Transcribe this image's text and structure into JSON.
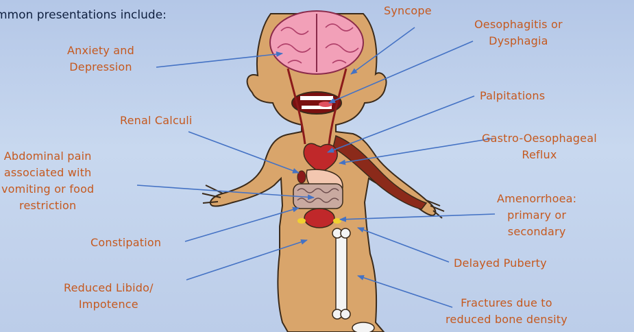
{
  "heading": "mmon presentations include:",
  "labels": {
    "syncope": "Syncope",
    "oesophagitis": "Oesophagitis or\nDysphagia",
    "anxiety": "Anxiety and\nDepression",
    "palpitations": "Palpitations",
    "renal": "Renal Calculi",
    "gord": "Gastro-Oesophageal\nReflux",
    "abdominal": "Abdominal pain\nassociated with\nvomiting or food\nrestriction",
    "amenorrhoea": "Amenorrhoea:\nprimary or\nsecondary",
    "constipation": "Constipation",
    "puberty": "Delayed Puberty",
    "libido": "Reduced Libido/\nImpotence",
    "fractures": "Fractures due to\nreduced bone density"
  },
  "colors": {
    "label_text": "#c5591f",
    "arrow": "#4472c4",
    "skin": "#d9a56b",
    "outline": "#3a2a1a",
    "brain": "#f2a0b8",
    "organ_red": "#c0282a"
  }
}
